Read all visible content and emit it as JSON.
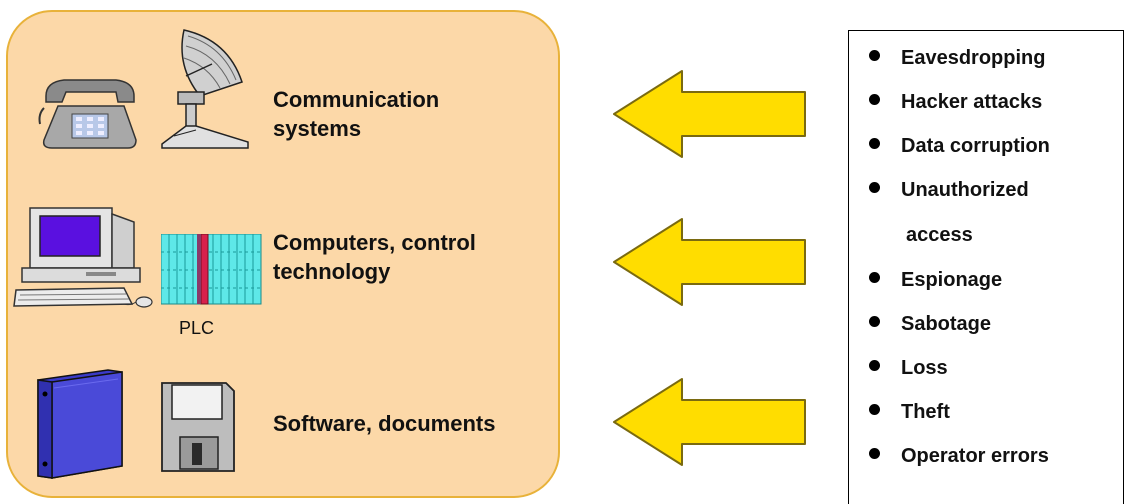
{
  "assets": [
    {
      "label": "Communication\nsystems",
      "icons": [
        "telephone-icon",
        "satellite-dish-icon"
      ]
    },
    {
      "label": "Computers, control\ntechnology",
      "icons": [
        "desktop-computer-icon",
        "plc-rack-icon"
      ],
      "sublabel": "PLC"
    },
    {
      "label": "Software, documents",
      "icons": [
        "binder-icon",
        "floppy-disk-icon"
      ]
    }
  ],
  "threats": {
    "items": [
      "Eavesdropping",
      "Hacker attacks",
      "Data corruption",
      "Unauthorized",
      "Espionage",
      "Sabotage",
      "Loss",
      "Theft",
      "Operator errors"
    ],
    "continuation": "access"
  },
  "colors": {
    "panel_fill": "#fcd8a8",
    "panel_border": "#e8b23a",
    "arrow_fill": "#ffdd00",
    "arrow_stroke": "#7a6a10",
    "binder": "#4a4ad8",
    "plc_rack": "#5ee8e8",
    "plc_module": "#d8204c",
    "screen": "#5a10e0"
  },
  "arrow_icon": "left-arrow-icon"
}
